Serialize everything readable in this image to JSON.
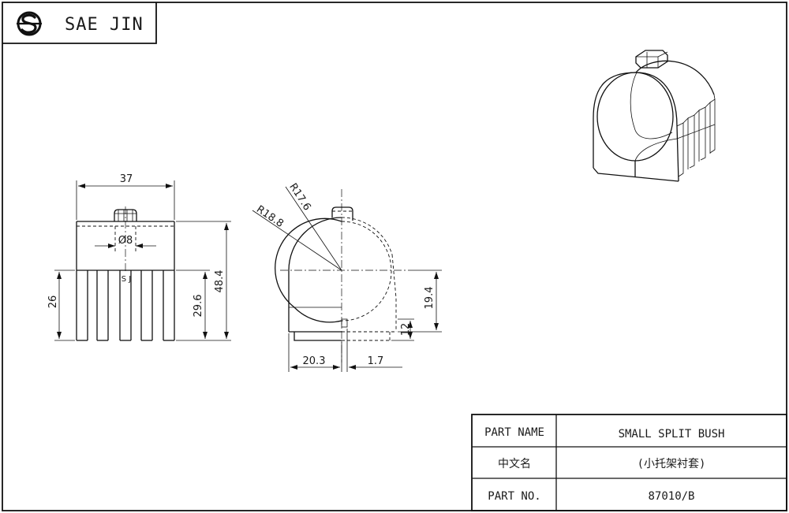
{
  "brand": {
    "logo_icon": "sae-jin-logo-icon",
    "name": "SAE JIN"
  },
  "drawing": {
    "front_view": {
      "width_dim": "37",
      "hole_dim": "Ø8",
      "engraving": "S J",
      "slot_height_dim": "26",
      "mid_height_dim": "29.6",
      "total_height_dim": "48.4"
    },
    "side_view": {
      "inner_radius_dim": "R17.6",
      "outer_radius_dim": "R18.8",
      "offset_dim": "20.3",
      "lip_dim": "1.7",
      "center_height_dim": "19.4",
      "base_height_dim": "12"
    }
  },
  "title_block": {
    "part_name_label": "PART NAME",
    "part_name_value": "SMALL SPLIT BUSH",
    "chinese_name_label": "中文名",
    "chinese_name_value": "(小托架衬套)",
    "part_no_label": "PART NO.",
    "part_no_value": "87010/B"
  }
}
